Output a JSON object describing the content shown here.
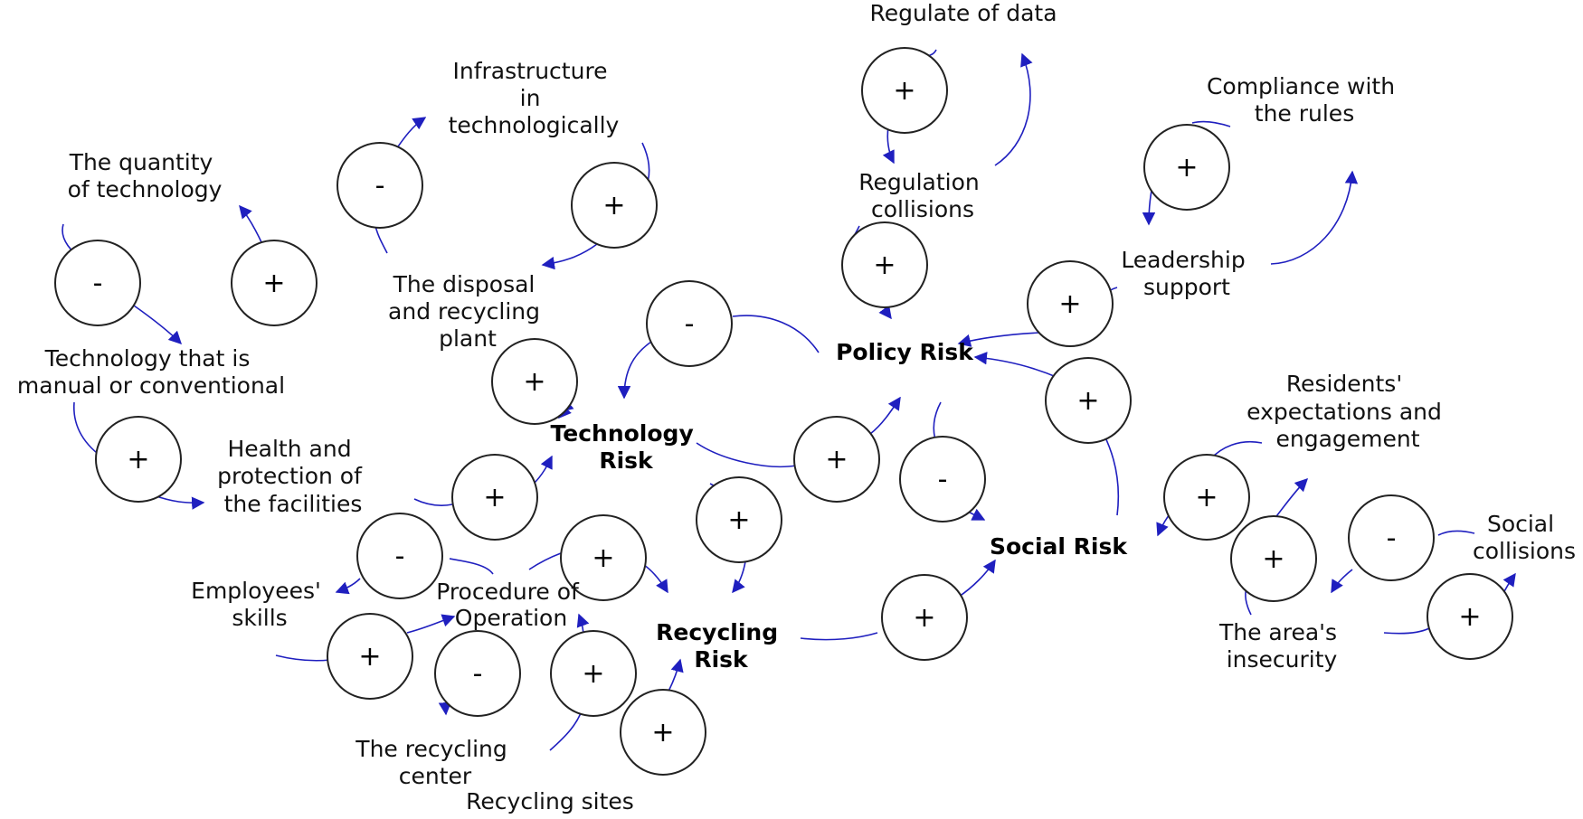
{
  "diagram": {
    "risks": {
      "technology": [
        "Technology",
        "Risk"
      ],
      "policy": [
        "Policy Risk"
      ],
      "social": [
        "Social Risk"
      ],
      "recycling": [
        "Recycling",
        "Risk"
      ]
    },
    "factors": {
      "quantity_of_technology": [
        "The quantity",
        "of technology"
      ],
      "infrastructure": [
        "Infrastructure",
        "in",
        "technologically"
      ],
      "manual_technology": [
        "Technology that is",
        "manual or conventional"
      ],
      "disposal_plant": [
        "The disposal",
        "and recycling",
        "plant"
      ],
      "health_protection": [
        "Health and",
        "protection of",
        "the facilities"
      ],
      "employees_skills": [
        "Employees'",
        "skills"
      ],
      "procedure_operation": [
        "Procedure of",
        "Operation"
      ],
      "recycling_center": [
        "The recycling",
        "center"
      ],
      "recycling_sites": [
        "Recycling sites"
      ],
      "regulate_data": [
        "Regulate of data"
      ],
      "regulation_collisions": [
        "Regulation",
        "collisions"
      ],
      "compliance_rules": [
        "Compliance with",
        "the rules"
      ],
      "leadership_support": [
        "Leadership",
        "support"
      ],
      "residents_expectations": [
        "Residents'",
        "expectations and",
        "engagement"
      ],
      "area_insecurity": [
        "The area's",
        "insecurity"
      ],
      "social_collisions": [
        "Social",
        "collisions"
      ]
    },
    "loops": [
      "-",
      "+",
      "-",
      "+",
      "+",
      "+",
      "+",
      "+",
      "-",
      "+",
      "-",
      "+",
      "-",
      "+",
      "+",
      "+",
      "+",
      "+",
      "+",
      "+",
      "-",
      "+",
      "+",
      "+",
      "+",
      "-",
      "+"
    ]
  },
  "colors": {
    "arrow": "#1f1fbf",
    "circle_stroke": "#222222",
    "text": "#111111"
  }
}
